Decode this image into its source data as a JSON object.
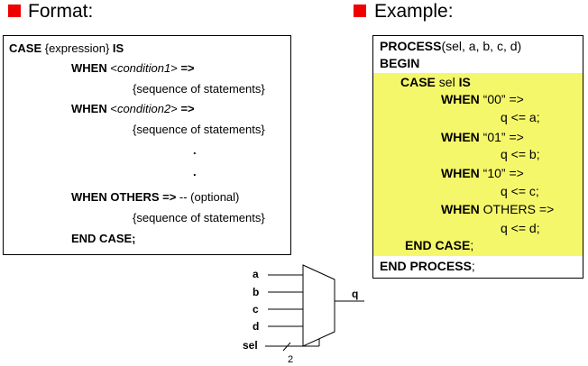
{
  "left": {
    "heading": "Format:",
    "lines": {
      "l1_kw": "CASE",
      "l1_txt": " {expression} ",
      "l1_kw2": "IS",
      "l2_kw": "WHEN",
      "l2_pre": " <",
      "l2_it": "condition1",
      "l2_post": "> ",
      "l2_arrow": "=>",
      "l3": "{sequence of statements}",
      "l4_kw": "WHEN",
      "l4_pre": " <",
      "l4_it": "condition2",
      "l4_post": "> ",
      "l4_arrow": "=>",
      "l5": "{sequence of statements}",
      "dot1": ".",
      "dot2": ".",
      "l6_kw": "WHEN OTHERS =>",
      "l6_cmt": "  -- (optional)",
      "l7": "{sequence of statements}",
      "l8_kw": "END CASE;"
    }
  },
  "right": {
    "heading": "Example:",
    "lines": {
      "e1_kw": "PROCESS",
      "e1_txt": "(sel, a, b, c, d)",
      "e2_kw": "BEGIN",
      "e3_kw": "CASE",
      "e3_txt": " sel ",
      "e3_kw2": "IS",
      "w1_kw": "WHEN",
      "w1_txt": " “00” =>",
      "a1": "q <= a;",
      "w2_kw": "WHEN",
      "w2_txt": " “01” =>",
      "a2": "q <= b;",
      "w3_kw": "WHEN",
      "w3_txt": " “10” =>",
      "a3": "q <= c;",
      "w4_kw": "WHEN",
      "w4_txt": " OTHERS =>",
      "a4": "q <= d;",
      "ec_kw": "END CASE",
      "ec_semi": ";",
      "ep_kw": "END PROCESS",
      "ep_semi": ";"
    },
    "highlight_color": "#f5f76a"
  },
  "mux": {
    "inputs": [
      "a",
      "b",
      "c",
      "d"
    ],
    "select_label": "sel",
    "output_label": "q",
    "bus_width": "2"
  },
  "colors": {
    "bullet": "#ee0000"
  }
}
